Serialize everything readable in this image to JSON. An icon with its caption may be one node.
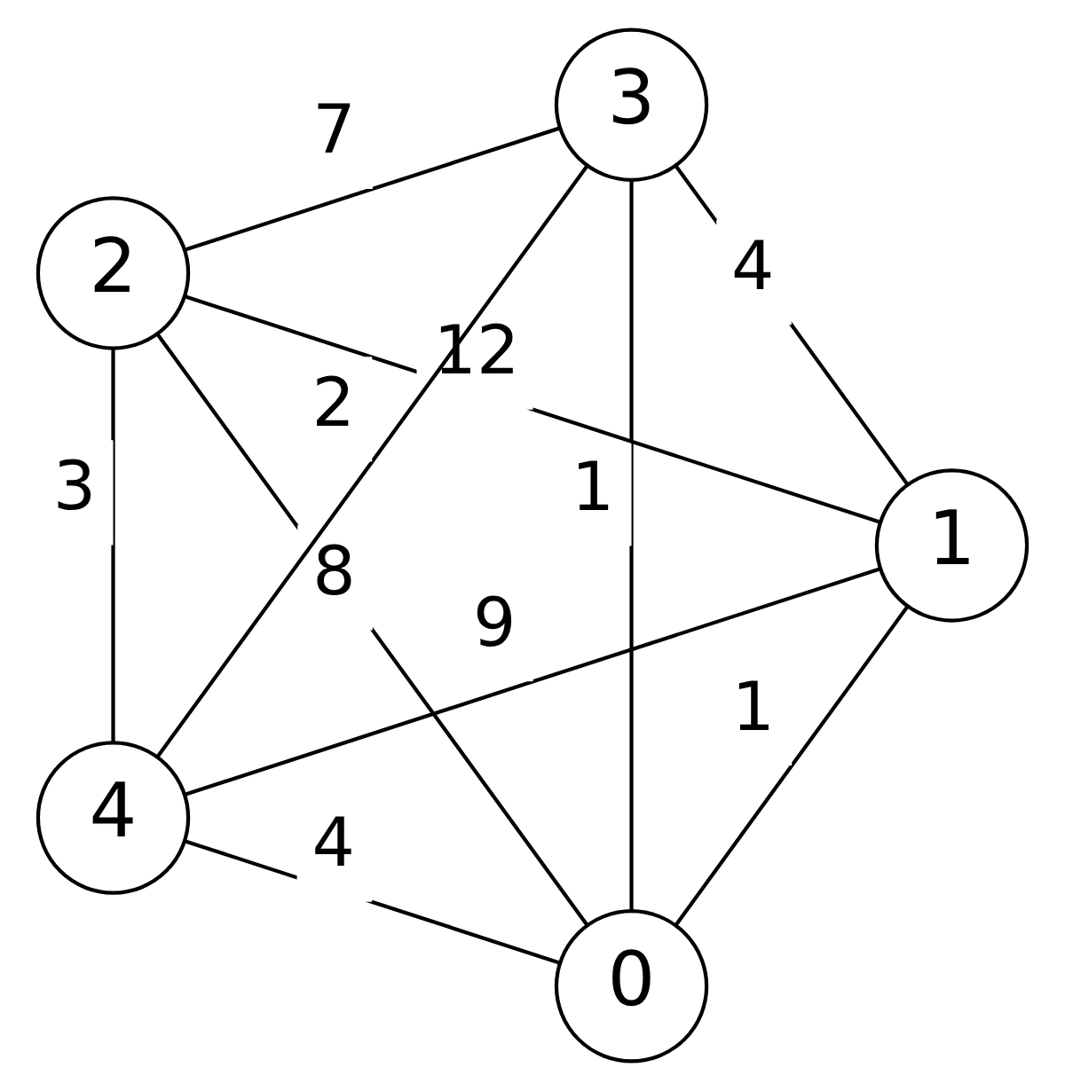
{
  "diagram": {
    "nodes": [
      {
        "text": [
          "0"
        ]
      },
      {
        "text": [
          "1"
        ]
      },
      {
        "text": [
          "2"
        ]
      },
      {
        "text": [
          "3"
        ]
      },
      {
        "text": [
          "4"
        ]
      }
    ],
    "edges": [
      {
        "from": 0,
        "to": 4,
        "arrow": "none",
        "label": "4"
      },
      {
        "from": 0,
        "to": 1,
        "arrow": "none",
        "label": "1"
      },
      {
        "from": 4,
        "to": 3,
        "arrow": "none",
        "label": "2"
      },
      {
        "from": 1,
        "to": 4,
        "arrow": "none",
        "label": "9"
      },
      {
        "from": 0,
        "to": 3,
        "arrow": "none",
        "label": "1"
      },
      {
        "from": 0,
        "to": 2,
        "arrow": "none",
        "label": "8"
      },
      {
        "from": 4,
        "to": 2,
        "arrow": "none",
        "label": "3"
      },
      {
        "from": 1,
        "to": 3,
        "arrow": "none",
        "label": "4"
      },
      {
        "from": 1,
        "to": 2,
        "arrow": "none",
        "label": "12"
      },
      {
        "from": 2,
        "to": 3,
        "arrow": "none",
        "label": "7"
      }
    ]
  }
}
